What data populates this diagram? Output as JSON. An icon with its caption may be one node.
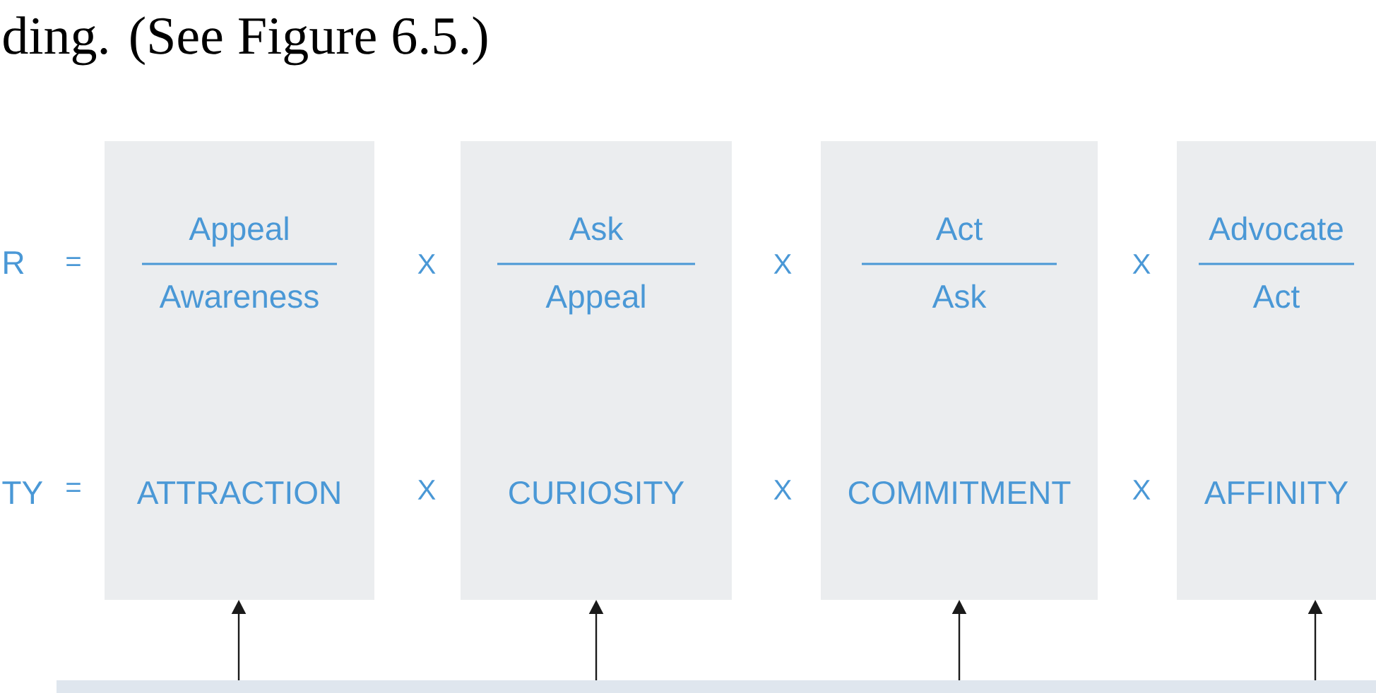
{
  "diagram": {
    "nodes": [
      {
        "text": [
          "Appeal",
          "Awareness",
          "ATTRACTION"
        ]
      },
      {
        "text": [
          "Ask",
          "Appeal",
          "CURIOSITY"
        ]
      },
      {
        "text": [
          "Act",
          "Ask",
          "COMMITMENT"
        ]
      },
      {
        "text": [
          "Advocate",
          "Act",
          "AFFINITY"
        ]
      },
      {
        "text": [],
        "shape": "bar"
      }
    ],
    "edges": [
      {
        "from": 4,
        "to": 0,
        "arrow": "to"
      },
      {
        "from": 4,
        "to": 1,
        "arrow": "to"
      },
      {
        "from": 4,
        "to": 2,
        "arrow": "to"
      },
      {
        "from": 4,
        "to": 3,
        "arrow": "to"
      }
    ],
    "labels": [
      "ding. (See Figure 6.5.)",
      "R",
      "=",
      "X",
      "X",
      "X",
      "TY",
      "=",
      "X",
      "X",
      "X"
    ]
  }
}
